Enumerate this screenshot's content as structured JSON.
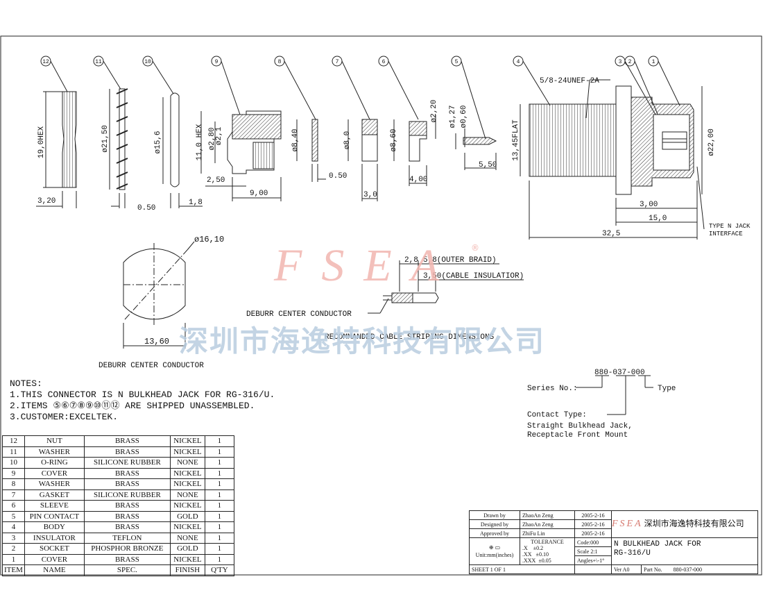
{
  "balloons": [
    "12",
    "11",
    "10",
    "9",
    "8",
    "7",
    "6",
    "5",
    "4",
    "3",
    "2",
    "1"
  ],
  "dimensions": {
    "nut_hex": "19,0HEX",
    "nut_w": "3,20",
    "oring_d": "ø21,50",
    "oring_w": "0.50",
    "washer_d": "ø15,6",
    "washer_w": "1,8",
    "cover_hex": "11,0 HEX",
    "cover_d": "ø2,80",
    "cover_d2": "ø2,1",
    "cover_a": "2,50",
    "cover_b": "9,00",
    "w8_d": "ø8,40",
    "w8_t": "0.50",
    "g7_d": "ø8,0",
    "g7_t": "3,0",
    "s6_d": "ø8,60",
    "s6_d2": "ø2,20",
    "s6_l": "4,00",
    "p5_d1": "ø1,27",
    "p5_d2": "ø0,60",
    "p5_l": "5,50",
    "thread": "5/8-24UNEF-2A",
    "body_flat": "13,45FLAT",
    "body_d": "ø22,00",
    "body_a": "3,00",
    "body_b": "15,0",
    "body_c": "32,5",
    "interface": [
      "TYPE N JACK",
      "INTERFACE"
    ],
    "deburr_d": "ø16,10",
    "deburr_w": "13,60",
    "deburr_label": "DEBURR CENTER CONDUCTOR",
    "strip_a": "2,8",
    "strip_b": "5,8(OUTER BRAID)",
    "strip_c": "3,50(CABLE INSULATIOR)",
    "strip_deburr": "DEBURR CENTER CONDUCTOR",
    "strip_title": "RECOMMANDED CABLE STRIPING DIMENSIONS"
  },
  "watermark": {
    "logo": "FSEA",
    "reg": "®",
    "company": "深圳市海逸特科技有限公司"
  },
  "notes": {
    "heading": "NOTES:",
    "lines": [
      "1.THIS CONNECTOR IS N BULKHEAD JACK FOR RG-316/U.",
      "2.ITEMS ⑤⑥⑦⑧⑨⑩⑪⑫ ARE SHIPPED UNASSEMBLED.",
      "3.CUSTOMER:EXCELTEK."
    ]
  },
  "part_number": {
    "number": "880-037-000",
    "series": "Series No.:",
    "type": "Type",
    "contact_type": "Contact Type:",
    "desc1": "Straight Bulkhead Jack,",
    "desc2": "Receptacle Front Mount"
  },
  "bom": {
    "rows": [
      [
        "12",
        "NUT",
        "BRASS",
        "NICKEL",
        "1"
      ],
      [
        "11",
        "WASHER",
        "BRASS",
        "NICKEL",
        "1"
      ],
      [
        "10",
        "O-RING",
        "SILICONE RUBBER",
        "NONE",
        "1"
      ],
      [
        "9",
        "COVER",
        "BRASS",
        "NICKEL",
        "1"
      ],
      [
        "8",
        "WASHER",
        "BRASS",
        "NICKEL",
        "1"
      ],
      [
        "7",
        "GASKET",
        "SILICONE RUBBER",
        "NONE",
        "1"
      ],
      [
        "6",
        "SLEEVE",
        "BRASS",
        "NICKEL",
        "1"
      ],
      [
        "5",
        "PIN CONTACT",
        "BRASS",
        "GOLD",
        "1"
      ],
      [
        "4",
        "BODY",
        "BRASS",
        "NICKEL",
        "1"
      ],
      [
        "3",
        "INSULATOR",
        "TEFLON",
        "NONE",
        "1"
      ],
      [
        "2",
        "SOCKET",
        "PHOSPHOR BRONZE",
        "GOLD",
        "1"
      ],
      [
        "1",
        "COVER",
        "BRASS",
        "NICKEL",
        "1"
      ]
    ],
    "header": [
      "ITEM",
      "NAME",
      "SPEC.",
      "FINISH",
      "Q'TY"
    ]
  },
  "title_block": {
    "drawn_label": "Drawn by",
    "drawn_name": "ZhaoAn Zeng",
    "drawn_date": "2005-2-16",
    "designed_label": "Designed by",
    "designed_name": "ZhaoAn Zeng",
    "designed_date": "2005-2-16",
    "approved_label": "Approved by",
    "approved_name": "ZhiFu Lin",
    "approved_date": "2005-2-16",
    "tolerance": "TOLERANCE",
    "tol_lines": [
      ".X    ±0.2",
      ".XX   ±0.10",
      ".XXX  ±0.05"
    ],
    "units": "Unit:mm(inches)",
    "sheet": "SHEET 1 OF 1",
    "code": "Code:000",
    "scale": "Scale 2:1",
    "angles": "Angles+\\-1°",
    "logo": "FSEA",
    "company": "深圳市海逸特科技有限公司",
    "title1": "N BULKHEAD JACK FOR",
    "title2": "RG-316/U",
    "ver": "Ver A0",
    "part_label": "Part No.",
    "part_no": "880-037-000"
  }
}
